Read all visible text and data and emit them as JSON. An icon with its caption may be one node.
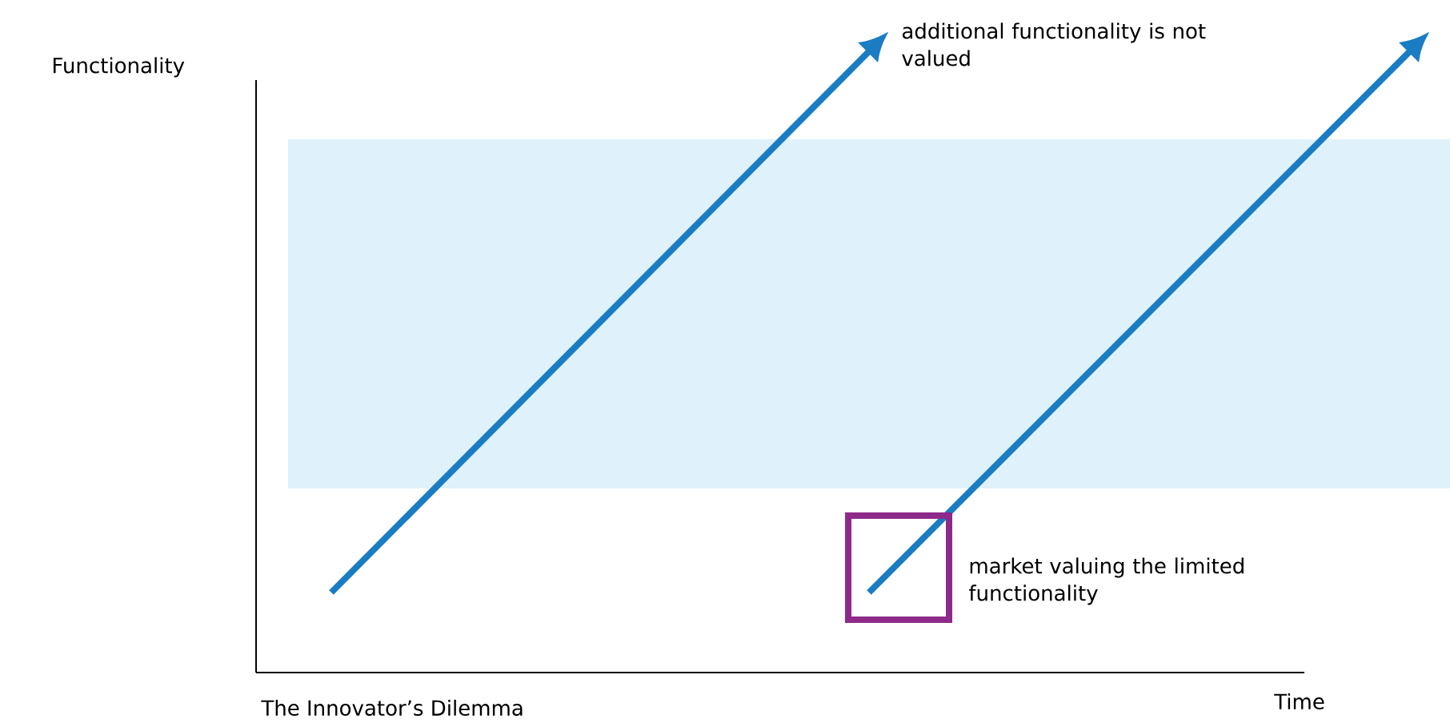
{
  "diagram": {
    "labels": [
      "Functionality",
      "additional functionality is not valued",
      "market valuing the limited functionality",
      "The Innovator’s Dilemma",
      "Time"
    ]
  }
}
